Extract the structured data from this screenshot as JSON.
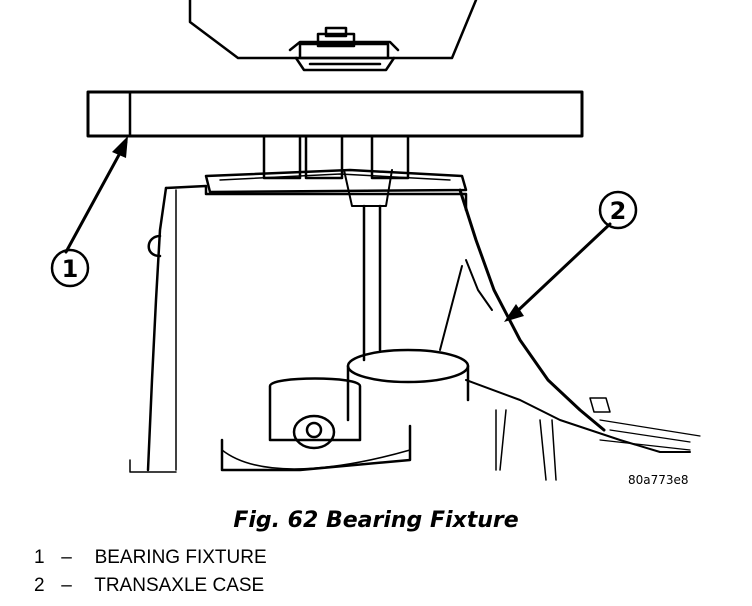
{
  "figure": {
    "caption": "Fig. 62 Bearing Fixture",
    "image_code": "80a773e8",
    "callouts": [
      {
        "number": "1"
      },
      {
        "number": "2"
      }
    ]
  },
  "legend": [
    {
      "number": "1",
      "dash": "–",
      "label": "BEARING FIXTURE"
    },
    {
      "number": "2",
      "dash": "–",
      "label": "TRANSAXLE CASE"
    }
  ]
}
